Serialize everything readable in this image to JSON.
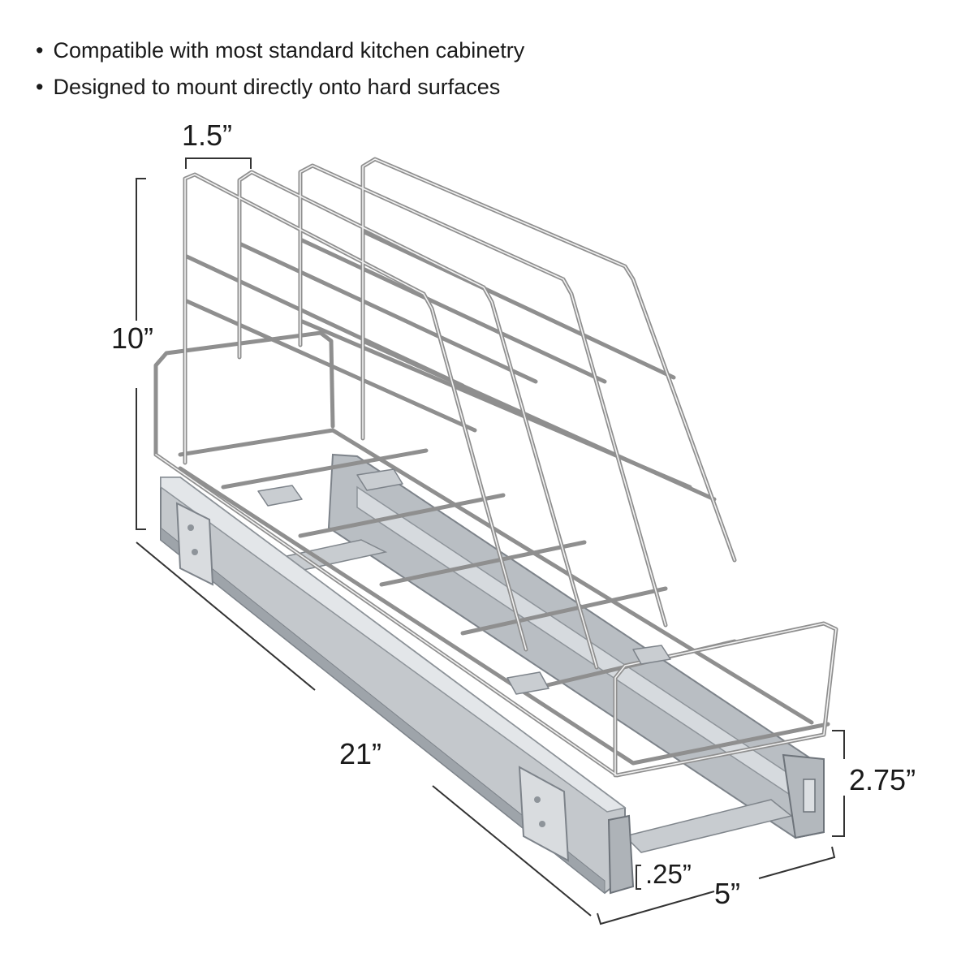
{
  "features": [
    "Compatible with most standard kitchen cabinetry",
    "Designed to mount directly onto hard surfaces"
  ],
  "dimensions": {
    "divider_spacing": "1.5”",
    "height": "10”",
    "depth": "21”",
    "rail_height": "2.75”",
    "rail_gap": ".25”",
    "width": "5”"
  },
  "colors": {
    "chrome": "#9a9a9a",
    "chrome_highlight": "#e6e6e6",
    "rail_metal": "#c4c8cc",
    "rail_shadow": "#8e949a",
    "dimension_line": "#333333"
  }
}
